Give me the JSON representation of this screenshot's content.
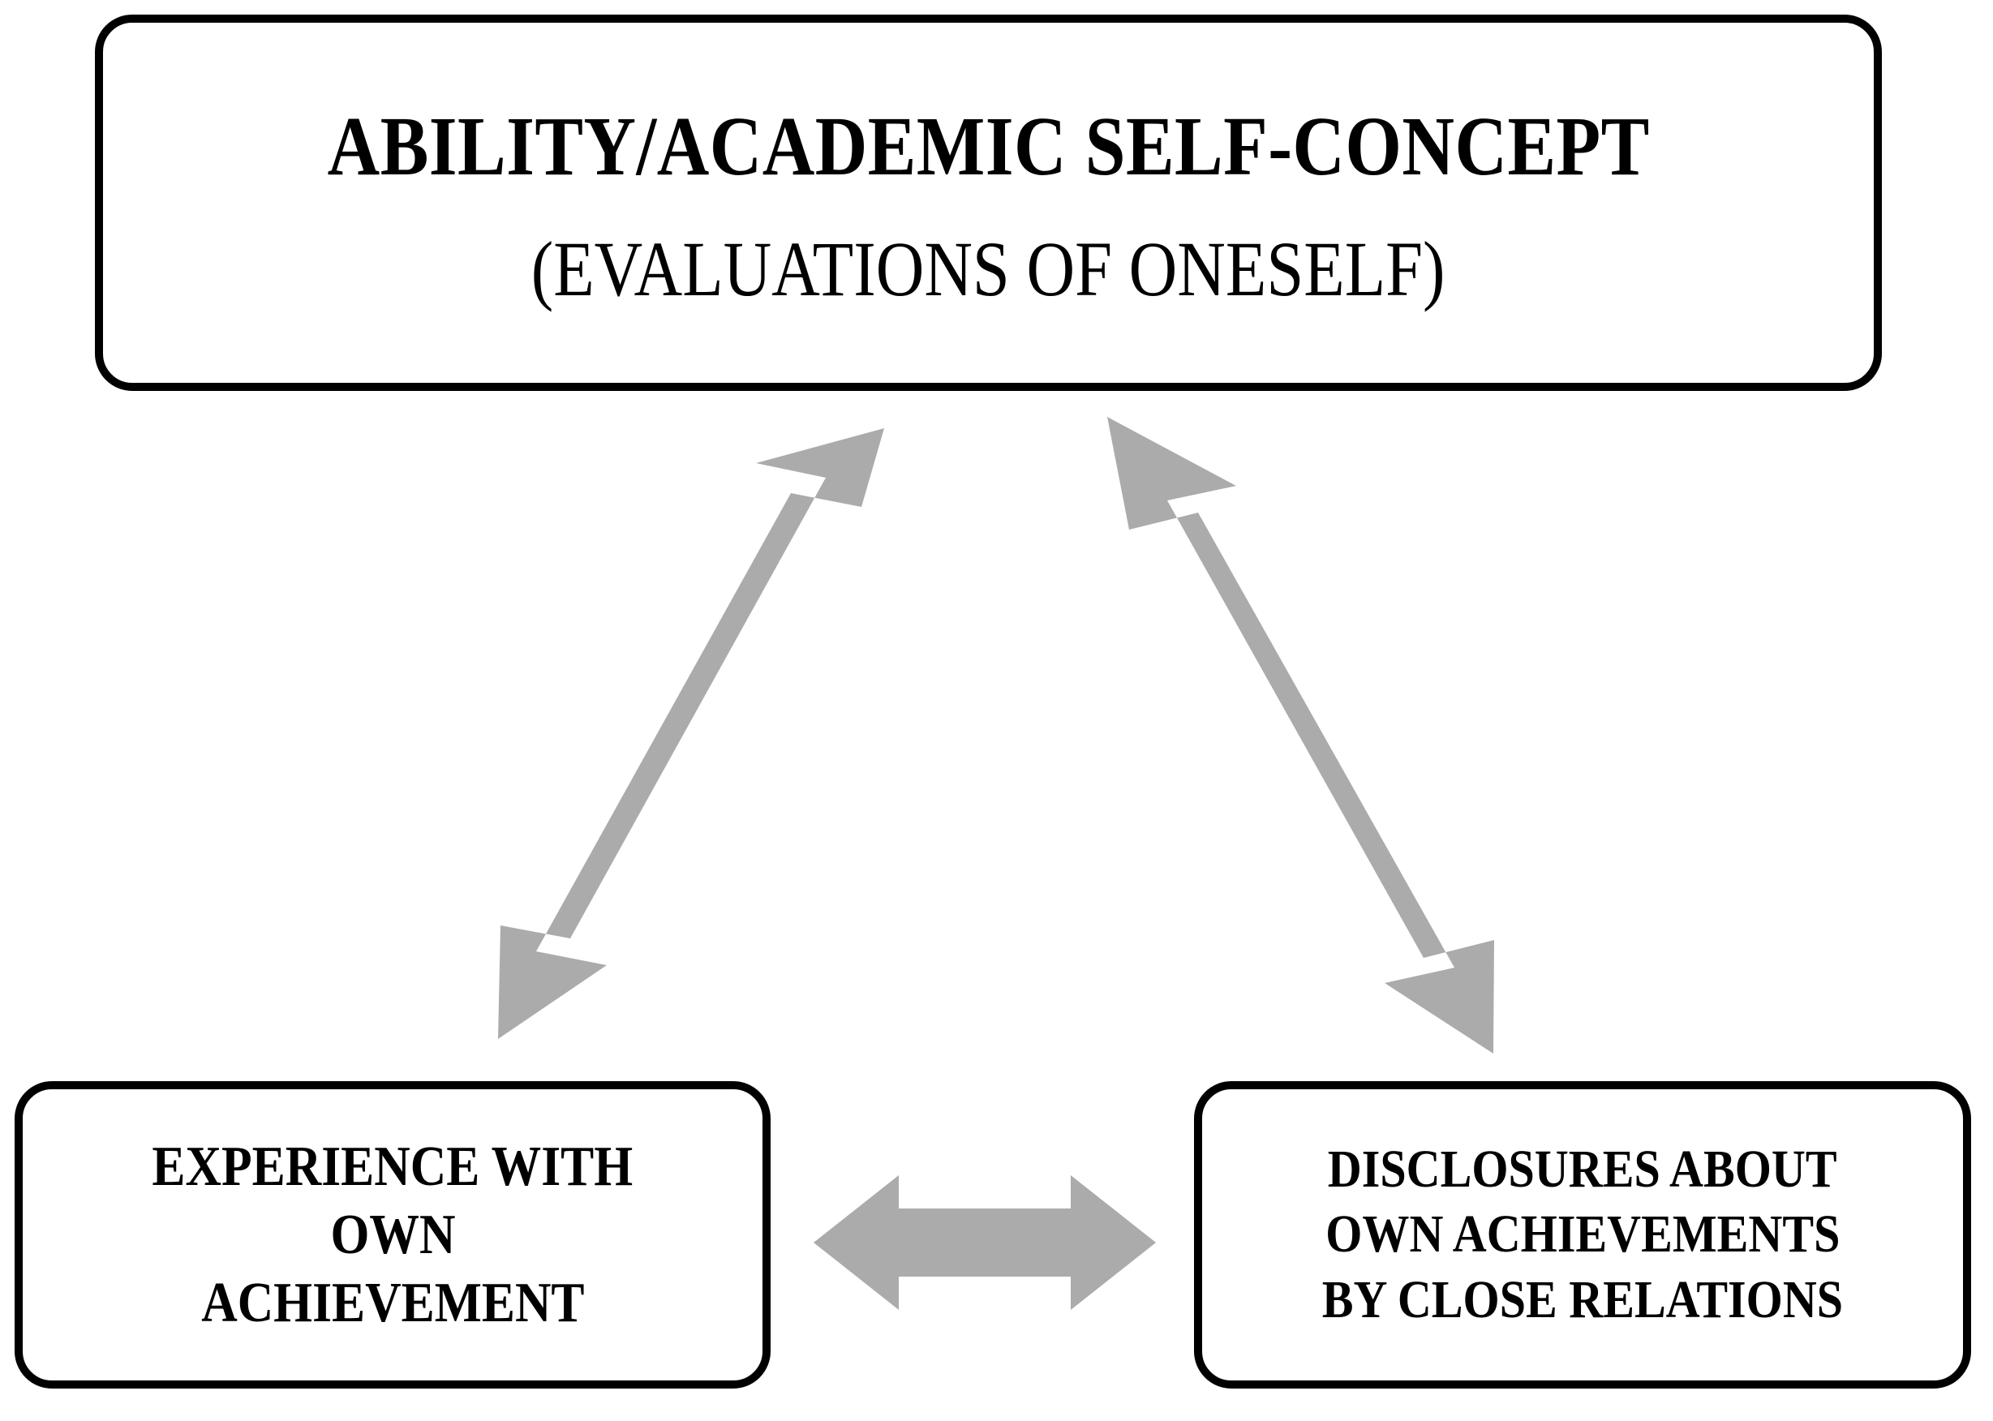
{
  "diagram": {
    "type": "triangular-relationship-diagram",
    "background_color": "#ffffff",
    "box_border_color": "#000000",
    "arrow_color": "#ababab"
  },
  "nodes": {
    "self_concept": {
      "title": "ABILITY/ACADEMIC SELF-CONCEPT",
      "subtitle": "(EVALUATIONS OF ONESELF)"
    },
    "experience": {
      "line1": "EXPERIENCE WITH",
      "line2": "OWN",
      "line3": "ACHIEVEMENT"
    },
    "disclosures": {
      "line1": "DISCLOSURES  ABOUT",
      "line2": "OWN ACHIEVEMENTS",
      "line3": "BY CLOSE RELATIONS"
    }
  },
  "arrows": {
    "left_diagonal": {
      "name": "experience-to-self-concept",
      "style": "double-headed",
      "orientation": "diagonal-up-right"
    },
    "right_diagonal": {
      "name": "disclosures-to-self-concept",
      "style": "double-headed",
      "orientation": "diagonal-up-left"
    },
    "horizontal": {
      "name": "experience-to-disclosures",
      "style": "double-headed",
      "orientation": "horizontal"
    }
  }
}
